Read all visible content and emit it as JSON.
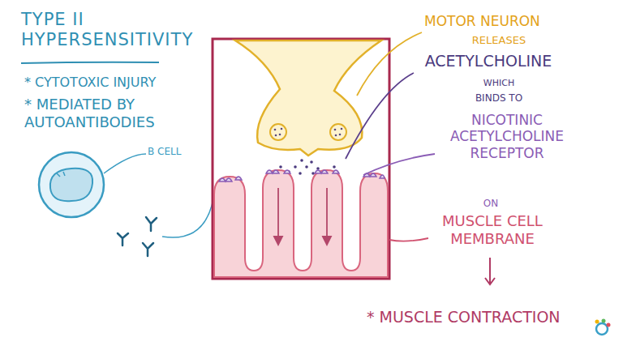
{
  "diagram": {
    "title": "TYPE II HYPERSENSITIVITY",
    "labels": [
      "* CYTOTOXIC INJURY",
      "* MEDIATED BY AUTOANTIBODIES",
      "B CELL",
      "MOTOR NEURON",
      "RELEASES",
      "ACETYLCHOLINE",
      "WHICH",
      "BINDS TO",
      "NICOTINIC ACETYLCHOLINE RECEPTOR",
      "ON",
      "MUSCLE CELL MEMBRANE",
      "* MUSCLE CONTRACTION"
    ]
  }
}
